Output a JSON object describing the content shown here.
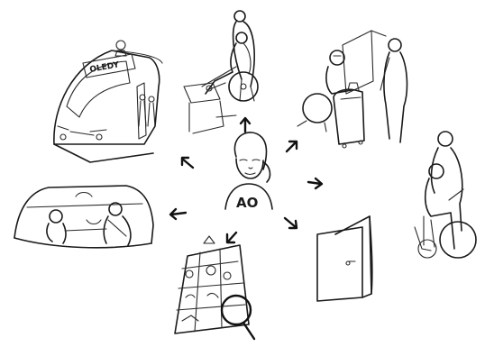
{
  "labels": {
    "bus_sign": "OLEDY",
    "shirt_text": "AO"
  },
  "colors": {
    "ink": "#1a1a1a",
    "background": "#ffffff"
  },
  "scenes": [
    "bus-scene",
    "wheelchair-ramp-scene",
    "wheelchair-luggage-scene",
    "wheelchair-pushed-scene",
    "door-scene",
    "map-magnifier-scene",
    "car-scene"
  ]
}
